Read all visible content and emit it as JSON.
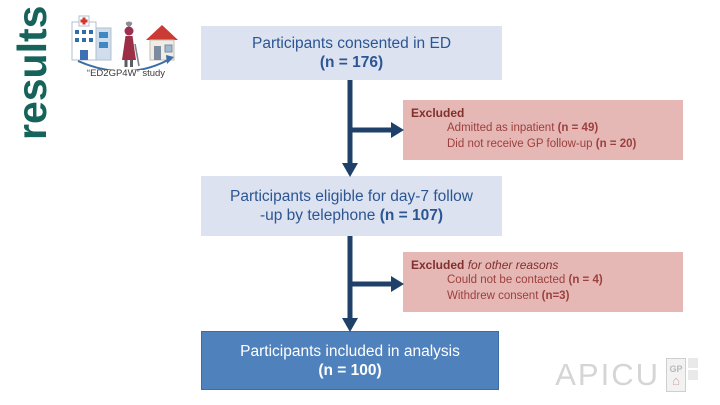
{
  "slide": {
    "vertical_title": "results"
  },
  "logo": {
    "caption": "“ED2GP4W” study",
    "icons": [
      "hospital-icon",
      "elderly-person-icon",
      "house-icon",
      "journey-arc-arrow-icon"
    ]
  },
  "flow": {
    "consented": {
      "line1": "Participants consented in ED",
      "n": "(n = 176)"
    },
    "excluded1": {
      "header": "Excluded",
      "item1_text": "Admitted as inpatient ",
      "item1_n": "(n = 49)",
      "item2_text": "Did not receive GP follow-up ",
      "item2_n": "(n = 20)"
    },
    "eligible": {
      "line1": "Participants eligible for day-7 follow",
      "line2_text": "-up by telephone ",
      "line2_n": "(n = 107)"
    },
    "excluded2": {
      "header": "Excluded",
      "header_note": " for other reasons",
      "item1_text": "Could not be contacted ",
      "item1_n": "(n = 4)",
      "item2_text": "Withdrew consent ",
      "item2_n": "(n=3)"
    },
    "analysis": {
      "line1": "Participants included in analysis",
      "n": "(n = 100)"
    }
  },
  "watermark": {
    "text": "APICU",
    "logo_text": "GP"
  },
  "colors": {
    "title_teal": "#15635a",
    "box_light_bg": "#dce2f0",
    "box_text_navy": "#2b5693",
    "box_blue_bg": "#4f81bd",
    "excluded_bg": "#e5b8b6",
    "excluded_text": "#9c403d",
    "arrow_navy": "#1f4068",
    "watermark_gray": "#d5d5d5"
  }
}
